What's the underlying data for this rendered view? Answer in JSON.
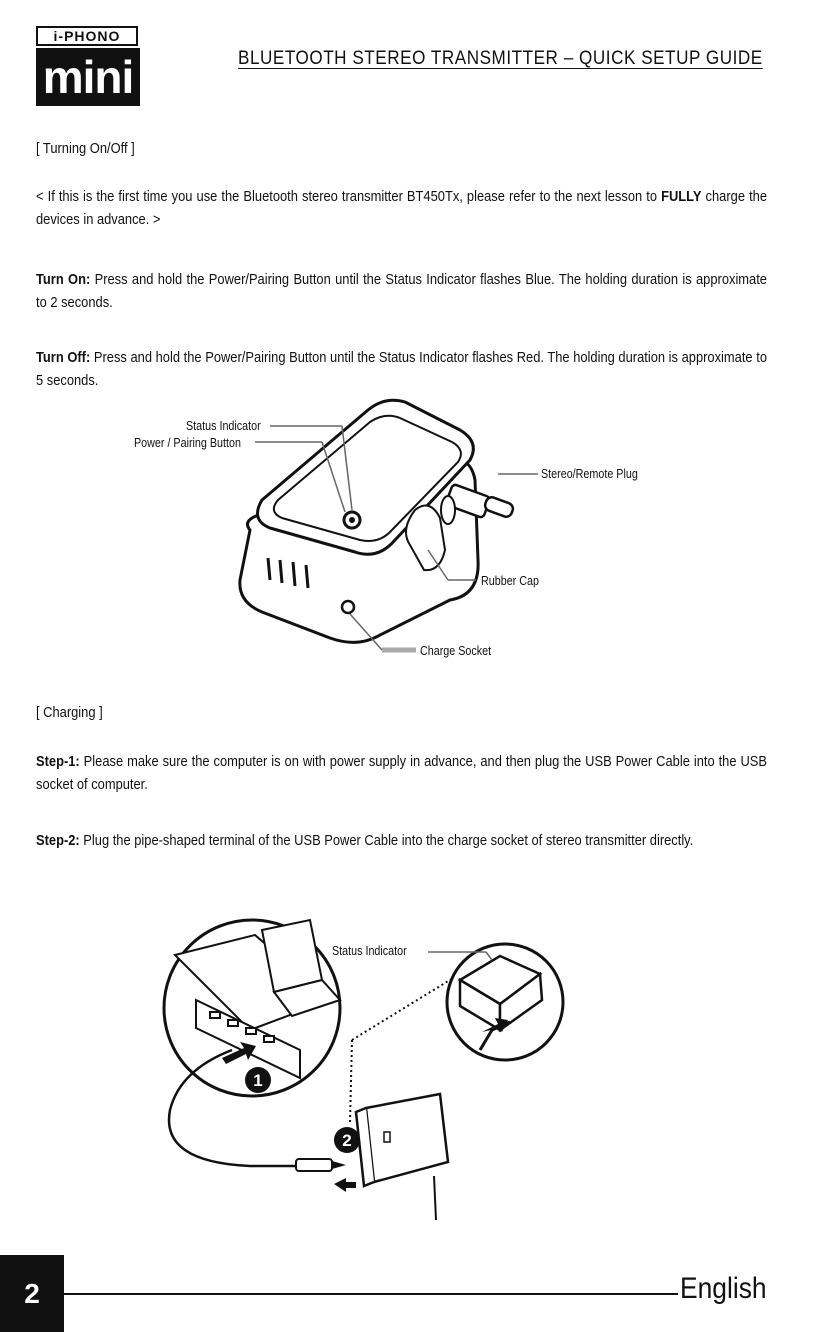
{
  "header": {
    "logo_top": "i-PHONO",
    "logo_bottom": "mini",
    "title": "BLUETOOTH  STEREO  TRANSMITTER  –  QUICK  SETUP  GUIDE"
  },
  "turning": {
    "heading": "[ Turning On/Off ]",
    "intro_pre": "< If this is the first time you use the Bluetooth stereo transmitter BT450Tx, please refer to the next lesson to ",
    "intro_bold": "FULLY",
    "intro_post": " charge the devices in advance. >",
    "on_label": "Turn On:",
    "on_text": " Press and hold the Power/Pairing Button until the Status Indicator flashes Blue. The holding duration is approximate to 2 seconds.",
    "off_label": "Turn Off:",
    "off_text": " Press and hold the Power/Pairing Button until the Status Indicator flashes Red. The holding duration is approximate to 5 seconds."
  },
  "figure1": {
    "status_indicator": "Status Indicator",
    "power_button": "Power / Pairing Button",
    "stereo_plug": "Stereo/Remote Plug",
    "rubber_cap": "Rubber Cap",
    "charge_socket": "Charge Socket"
  },
  "charging": {
    "heading": "[ Charging ]",
    "step1_label": "Step-1:",
    "step1_text": " Please make sure the computer is on with power supply in advance, and then plug the USB Power Cable into the USB socket of computer.",
    "step2_label": "Step-2:",
    "step2_text": " Plug the pipe-shaped terminal of the USB Power Cable into the charge socket of stereo transmitter directly."
  },
  "figure2": {
    "status_indicator": "Status Indicator",
    "step1_marker": "1",
    "step2_marker": "2"
  },
  "footer": {
    "page_number": "2",
    "language": "English"
  }
}
